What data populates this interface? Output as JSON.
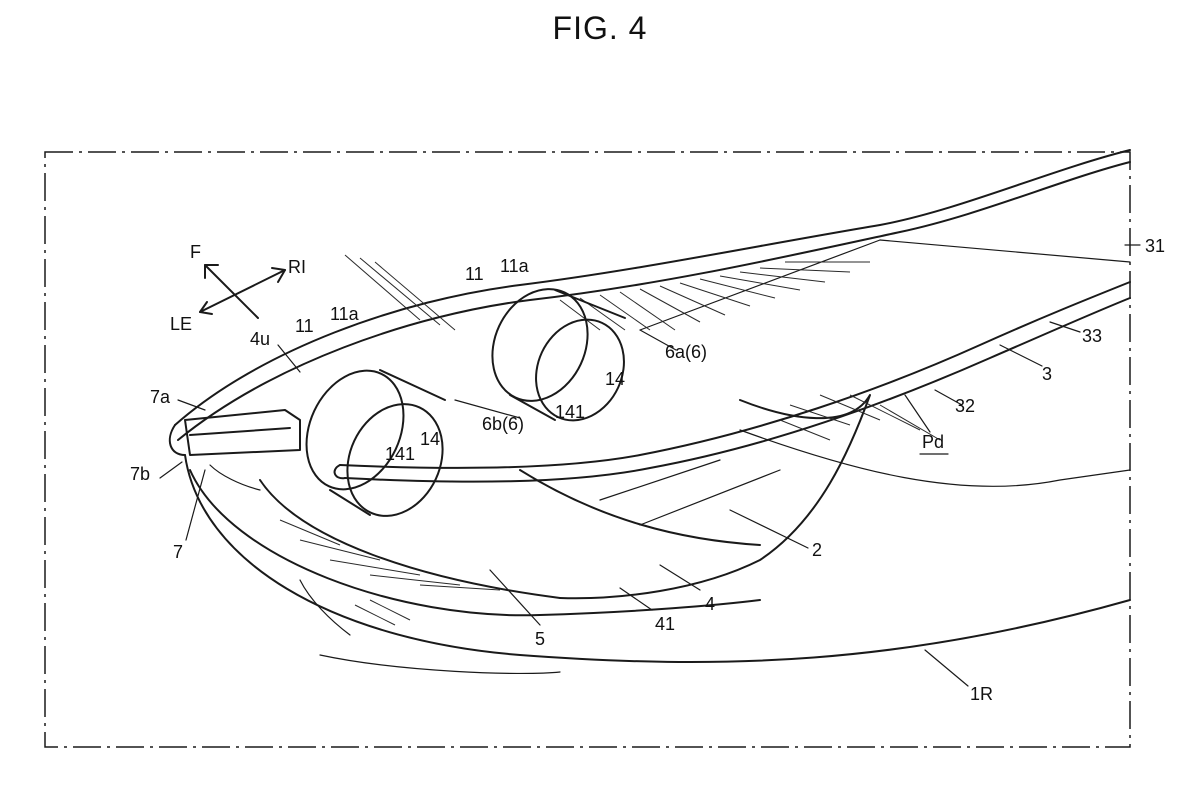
{
  "figure": {
    "title": "FIG. 4",
    "labels": [
      {
        "id": "F",
        "text": "F"
      },
      {
        "id": "RI",
        "text": "RI"
      },
      {
        "id": "LE",
        "text": "LE"
      },
      {
        "id": "ref-4u",
        "text": "4u"
      },
      {
        "id": "ref-11-left",
        "text": "11"
      },
      {
        "id": "ref-11a-left",
        "text": "11a"
      },
      {
        "id": "ref-11-right",
        "text": "11"
      },
      {
        "id": "ref-11a-right",
        "text": "11a"
      },
      {
        "id": "ref-6a",
        "text": "6a(6)"
      },
      {
        "id": "ref-6b",
        "text": "6b(6)"
      },
      {
        "id": "ref-14-right",
        "text": "14"
      },
      {
        "id": "ref-14-left",
        "text": "14"
      },
      {
        "id": "ref-141-right",
        "text": "141"
      },
      {
        "id": "ref-141-left",
        "text": "141"
      },
      {
        "id": "ref-7a",
        "text": "7a"
      },
      {
        "id": "ref-7b",
        "text": "7b"
      },
      {
        "id": "ref-7",
        "text": "7"
      },
      {
        "id": "ref-31",
        "text": "31"
      },
      {
        "id": "ref-33",
        "text": "33"
      },
      {
        "id": "ref-3",
        "text": "3"
      },
      {
        "id": "ref-32",
        "text": "32"
      },
      {
        "id": "ref-Pd",
        "text": "Pd"
      },
      {
        "id": "ref-2",
        "text": "2"
      },
      {
        "id": "ref-4",
        "text": "4"
      },
      {
        "id": "ref-41",
        "text": "41"
      },
      {
        "id": "ref-5",
        "text": "5"
      },
      {
        "id": "ref-1R",
        "text": "1R"
      }
    ]
  }
}
